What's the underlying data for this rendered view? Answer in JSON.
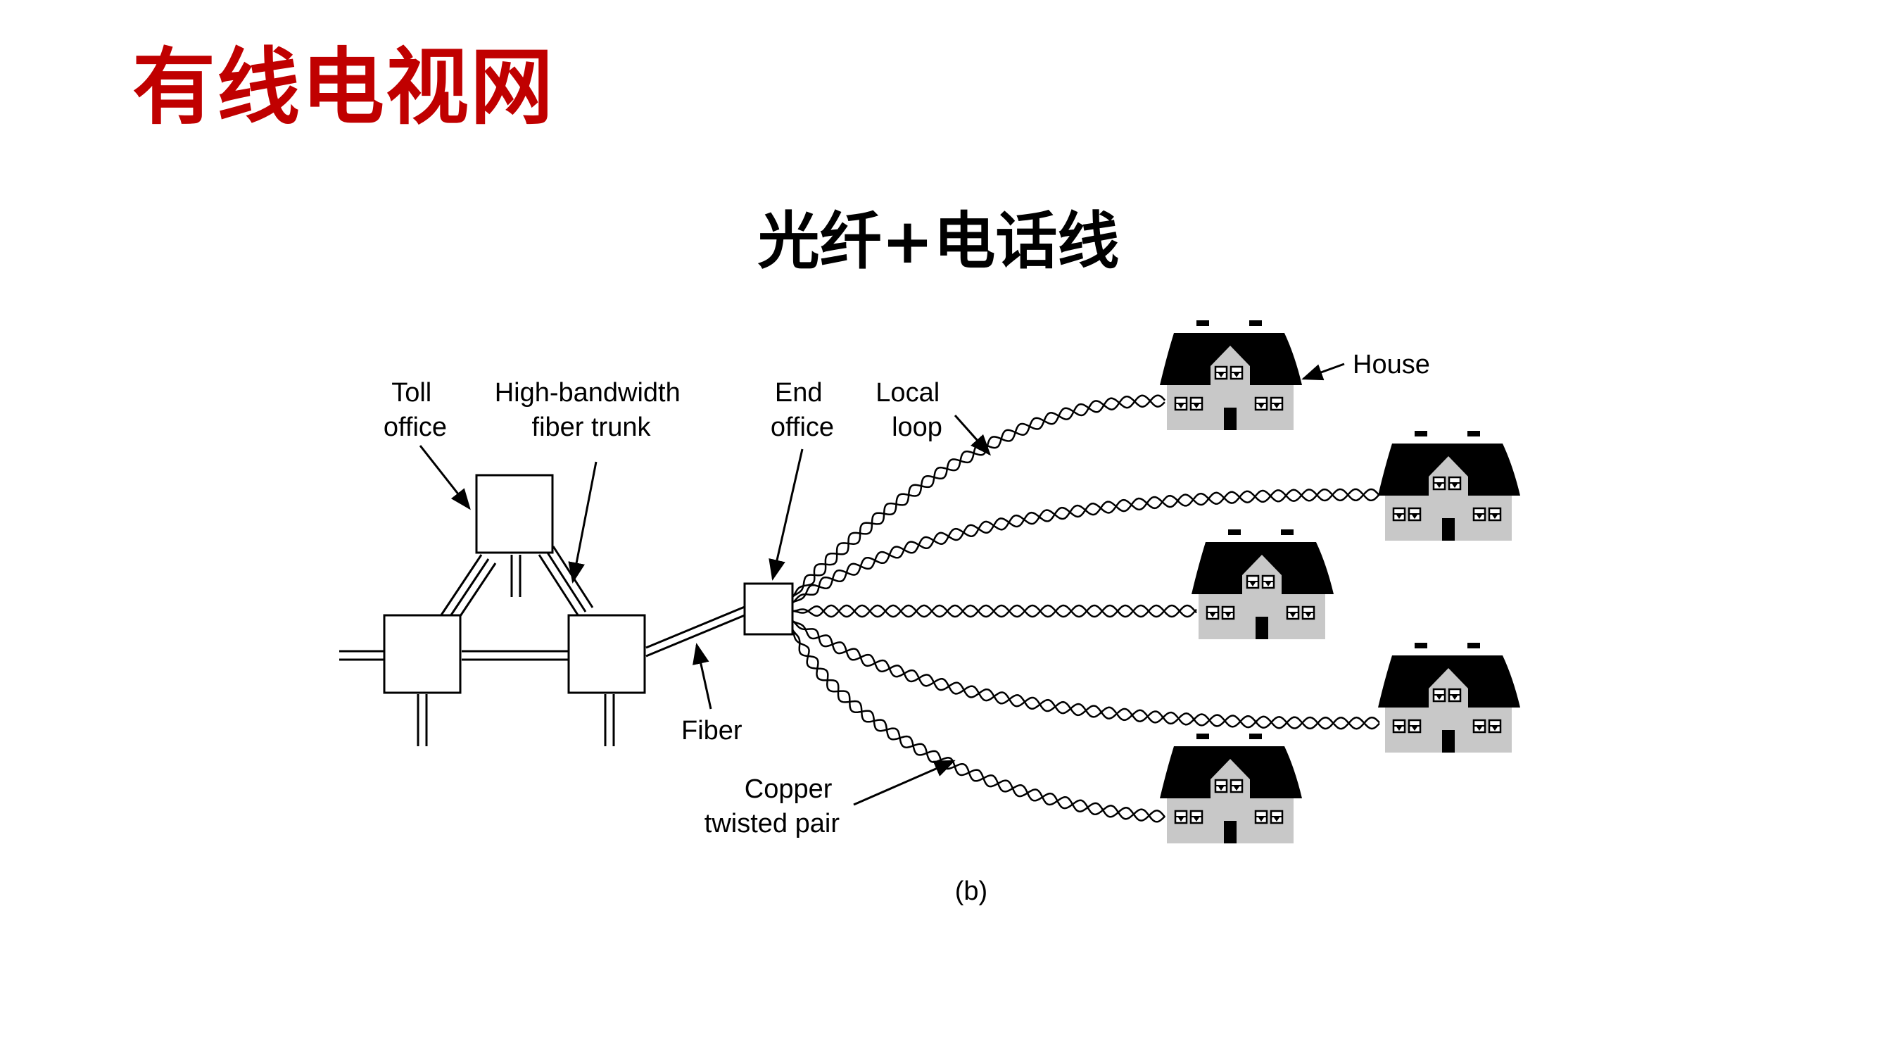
{
  "slide": {
    "title": "有线电视网",
    "subtitle": "光纤+电话线"
  },
  "diagram": {
    "labels": {
      "toll_office": [
        "Toll",
        "office"
      ],
      "fiber_trunk": [
        "High-bandwidth",
        "fiber trunk"
      ],
      "end_office": [
        "End",
        "office"
      ],
      "local_loop": [
        "Local",
        "loop"
      ],
      "house": "House",
      "fiber": "Fiber",
      "copper": [
        "Copper",
        "twisted pair"
      ],
      "caption": "(b)"
    },
    "houses": [
      {
        "name": "house-1"
      },
      {
        "name": "house-2"
      },
      {
        "name": "house-3"
      },
      {
        "name": "house-4"
      },
      {
        "name": "house-5"
      }
    ],
    "colors": {
      "title": "#c00000",
      "roof": "#000000",
      "wall": "#c8c8c8",
      "line": "#000000"
    }
  }
}
